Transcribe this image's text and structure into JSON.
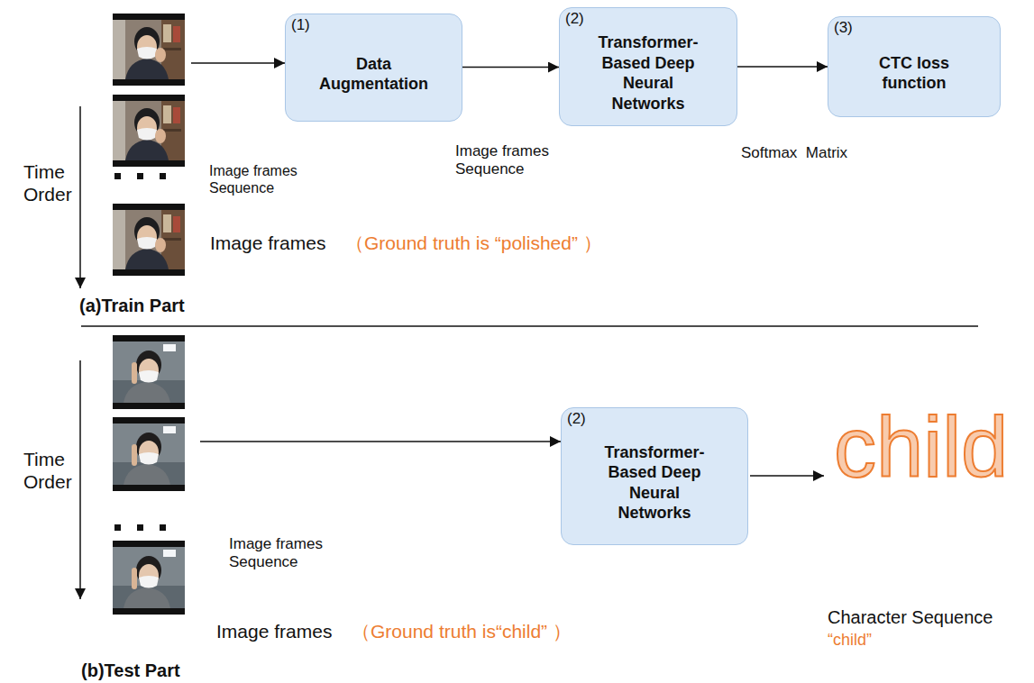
{
  "diagram": {
    "nodes": [
      {
        "text": [
          "(1)",
          "Data Augmentation"
        ]
      },
      {
        "text": [
          "(2)",
          "Transformer-Based Deep Neural Networks"
        ]
      },
      {
        "text": [
          "(3)",
          "CTC loss function"
        ]
      },
      {
        "text": [
          "(2)",
          "Transformer-Based Deep Neural Networks"
        ]
      }
    ],
    "edges": [
      {
        "from": 0,
        "to": 1,
        "arrow": "to"
      },
      {
        "from": 1,
        "to": 2,
        "arrow": "to"
      }
    ],
    "labels": [
      "Time Order",
      "Image frames Sequence",
      "Image frames Sequence",
      "Softmax  Matrix",
      "Image frames",
      "（Ground truth is “polished” ）",
      "(a)Train Part",
      "Time Order",
      "Image frames Sequence",
      "child",
      "Character Sequence",
      "“child”",
      "Image frames",
      "（Ground truth is“child” ）",
      "(b)Test Part"
    ]
  }
}
